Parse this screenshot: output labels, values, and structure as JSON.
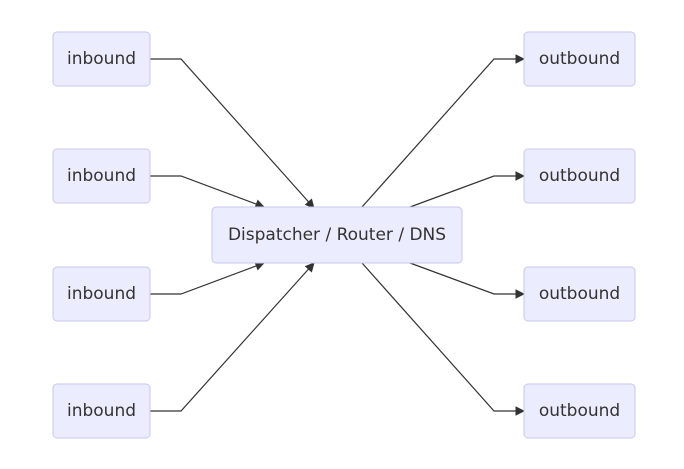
{
  "diagram": {
    "center": {
      "label": "Dispatcher / Router / DNS"
    },
    "inbounds": [
      {
        "label": "inbound"
      },
      {
        "label": "inbound"
      },
      {
        "label": "inbound"
      },
      {
        "label": "inbound"
      }
    ],
    "outbounds": [
      {
        "label": "outbound"
      },
      {
        "label": "outbound"
      },
      {
        "label": "outbound"
      },
      {
        "label": "outbound"
      }
    ]
  },
  "colors": {
    "node_fill": "#ececff",
    "node_border": "#c7c7ef",
    "edge": "#333333",
    "text": "#333333"
  }
}
